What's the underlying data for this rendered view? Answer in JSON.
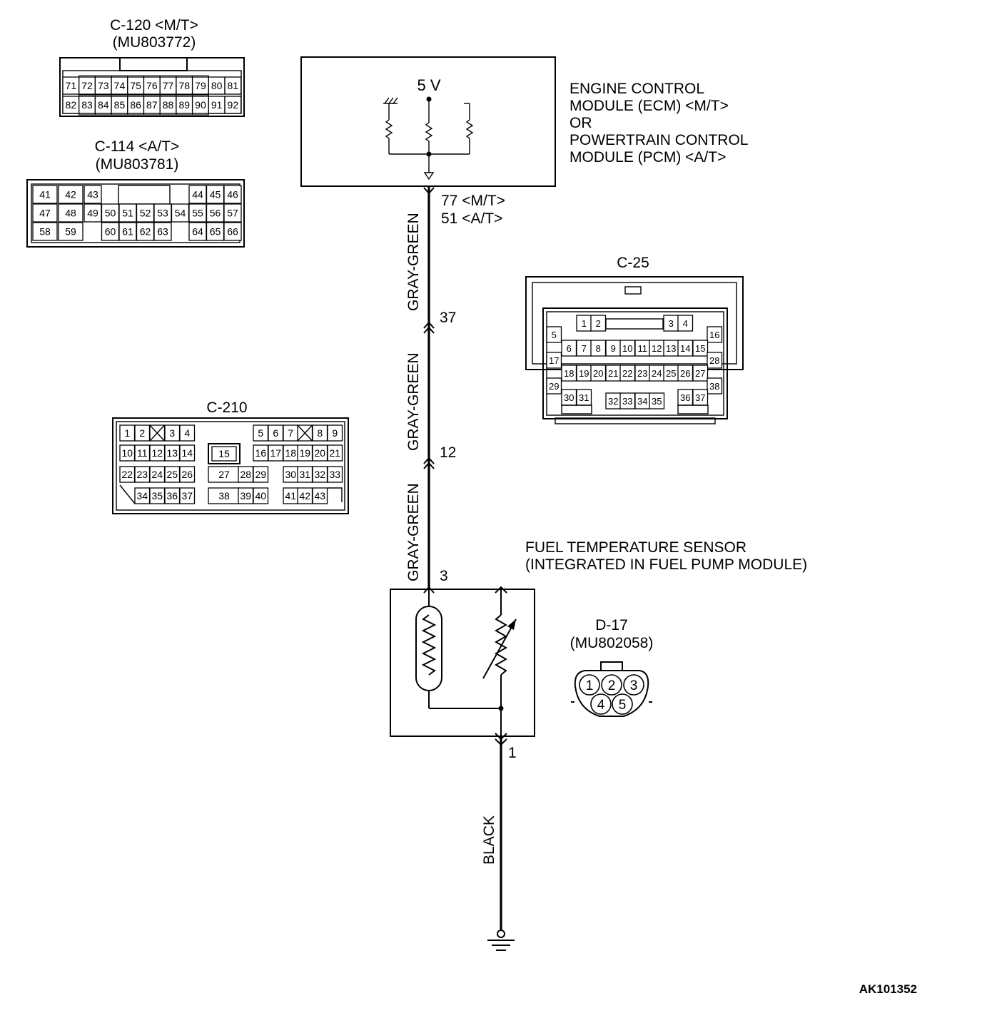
{
  "ecm": {
    "voltage": "5 V",
    "label_lines": [
      "ENGINE CONTROL",
      "MODULE (ECM) <M/T>",
      "OR",
      "POWERTRAIN CONTROL",
      "MODULE (PCM) <A/T>"
    ],
    "pin_mt": "77 <M/T>",
    "pin_at": "51 <A/T>"
  },
  "wires": {
    "segment1": "GRAY-GREEN",
    "segment2": "GRAY-GREEN",
    "segment3": "GRAY-GREEN",
    "ground": "BLACK"
  },
  "junctions": {
    "c25_pin": "37",
    "c210_pin": "12",
    "sensor_pin_signal": "3",
    "sensor_pin_ground": "1"
  },
  "sensor": {
    "label_line1": "FUEL TEMPERATURE SENSOR",
    "label_line2": "(INTEGRATED IN FUEL PUMP MODULE)"
  },
  "connectors": {
    "c120": {
      "name": "C-120 <M/T>",
      "part": "(MU803772)",
      "rows": [
        [
          "71",
          "72",
          "73",
          "74",
          "75",
          "76",
          "77",
          "78",
          "79",
          "80",
          "81"
        ],
        [
          "82",
          "83",
          "84",
          "85",
          "86",
          "87",
          "88",
          "89",
          "90",
          "91",
          "92"
        ]
      ]
    },
    "c114": {
      "name": "C-114 <A/T>",
      "part": "(MU803781)",
      "row1": [
        "41",
        "42",
        "43",
        "",
        "",
        "",
        "",
        "",
        "44",
        "45",
        "46"
      ],
      "row2": [
        "47",
        "48",
        "49",
        "50",
        "51",
        "52",
        "53",
        "54",
        "55",
        "56",
        "57"
      ],
      "row3": [
        "58",
        "59",
        "",
        "60",
        "61",
        "62",
        "63",
        "",
        "64",
        "65",
        "66"
      ]
    },
    "c25": {
      "name": "C-25",
      "pins": [
        "1",
        "2",
        "3",
        "4",
        "5",
        "6",
        "7",
        "8",
        "9",
        "10",
        "11",
        "12",
        "13",
        "14",
        "15",
        "16",
        "17",
        "18",
        "19",
        "20",
        "21",
        "22",
        "23",
        "24",
        "25",
        "26",
        "27",
        "28",
        "29",
        "30",
        "31",
        "32",
        "33",
        "34",
        "35",
        "36",
        "37",
        "38"
      ]
    },
    "c210": {
      "name": "C-210",
      "pins": [
        "1",
        "2",
        "3",
        "4",
        "5",
        "6",
        "7",
        "8",
        "9",
        "10",
        "11",
        "12",
        "13",
        "14",
        "15",
        "16",
        "17",
        "18",
        "19",
        "20",
        "21",
        "22",
        "23",
        "24",
        "25",
        "26",
        "27",
        "28",
        "29",
        "30",
        "31",
        "32",
        "33",
        "34",
        "35",
        "36",
        "37",
        "38",
        "39",
        "40",
        "41",
        "42",
        "43"
      ]
    },
    "d17": {
      "name": "D-17",
      "part": "(MU802058)",
      "pins": [
        "1",
        "2",
        "3",
        "4",
        "5"
      ]
    }
  },
  "reference_code": "AK101352"
}
